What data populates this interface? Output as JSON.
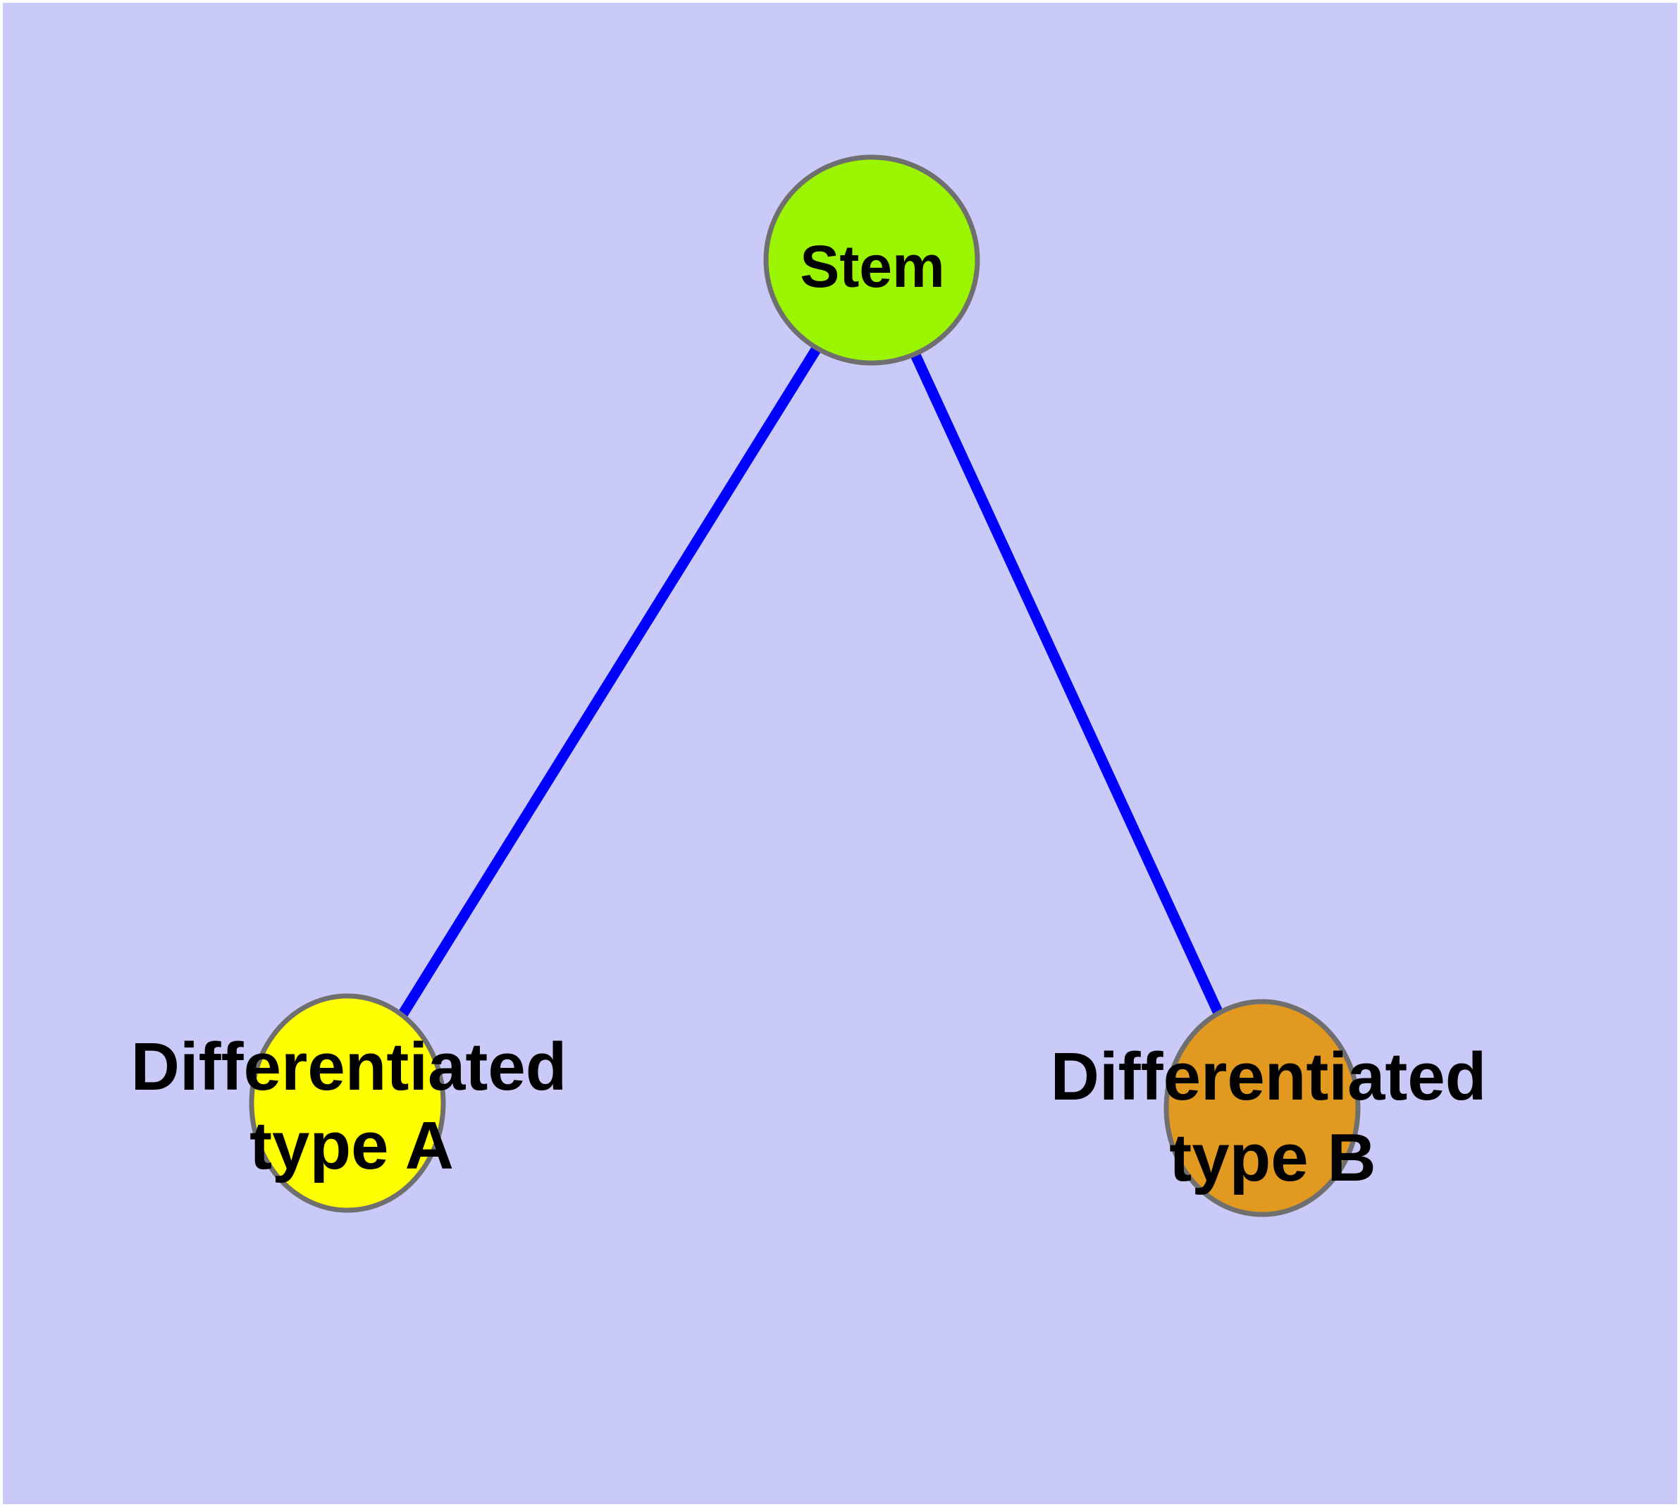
{
  "figure": {
    "background_color": "#CACAF8",
    "margin_color": "#FFFFFF",
    "edge_color": "#0000FE",
    "node_border_color": "#6F6F6F",
    "label_color": "#000000"
  },
  "nodes": {
    "stem": {
      "label": "Stem",
      "fill": "#9BF400"
    },
    "type_a": {
      "label_line1": "Differentiated",
      "label_line2": "type A",
      "fill": "#FFFF00"
    },
    "type_b": {
      "label_line1": "Differentiated",
      "label_line2": "type B",
      "fill": "#E2991F"
    }
  },
  "edges": [
    {
      "from": "Stem",
      "to": "Differentiated type A"
    },
    {
      "from": "Stem",
      "to": "Differentiated type B"
    }
  ]
}
